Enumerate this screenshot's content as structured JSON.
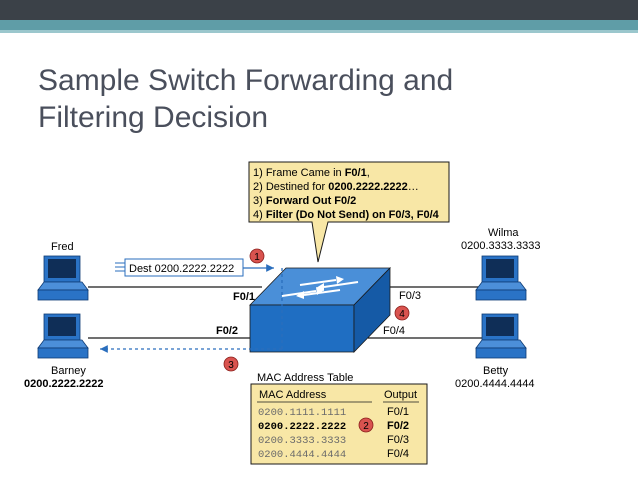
{
  "slide": {
    "title": "Sample Switch Forwarding and Filtering Decision",
    "title_line1": "Sample Switch Forwarding and",
    "title_line2": "Filtering Decision"
  },
  "callout": {
    "line1_prefix": "1) Frame Came in ",
    "line1_port": "F0/1",
    "line1_suffix": ",",
    "line2_prefix": "2) Destined for ",
    "line2_mac": "0200.2222.2222",
    "line2_suffix": "…",
    "line3_prefix": "3) ",
    "line3_bold": "Forward Out F0/2",
    "line4_prefix": "4) ",
    "line4_bold": "Filter (Do Not Send) on F0/3, F0/4"
  },
  "hosts": {
    "fred": {
      "name": "Fred"
    },
    "barney": {
      "name": "Barney",
      "mac": "0200.2222.2222"
    },
    "wilma": {
      "name": "Wilma",
      "mac": "0200.3333.3333"
    },
    "betty": {
      "name": "Betty",
      "mac": "0200.4444.4444"
    }
  },
  "ports": {
    "f01": "F0/1",
    "f02": "F0/2",
    "f03": "F0/3",
    "f04": "F0/4"
  },
  "frame": {
    "label": "Dest 0200.2222.2222"
  },
  "steps": {
    "s1": "1",
    "s2": "2",
    "s3": "3",
    "s4": "4"
  },
  "mac_table": {
    "title": "MAC Address Table",
    "headers": [
      "MAC Address",
      "Output"
    ],
    "rows": [
      {
        "mac": "0200.1111.1111",
        "port": "F0/1"
      },
      {
        "mac": "0200.2222.2222",
        "port": "F0/2"
      },
      {
        "mac": "0200.3333.3333",
        "port": "F0/3"
      },
      {
        "mac": "0200.4444.4444",
        "port": "F0/4"
      }
    ]
  },
  "colors": {
    "callout_fill": "#f8e7a6",
    "switch_blue": "#1f6ec2",
    "pc_blue": "#2a73c6",
    "step_red": "#d9534f",
    "header_dark": "#3b4148",
    "header_teal": "#5f9da7"
  }
}
